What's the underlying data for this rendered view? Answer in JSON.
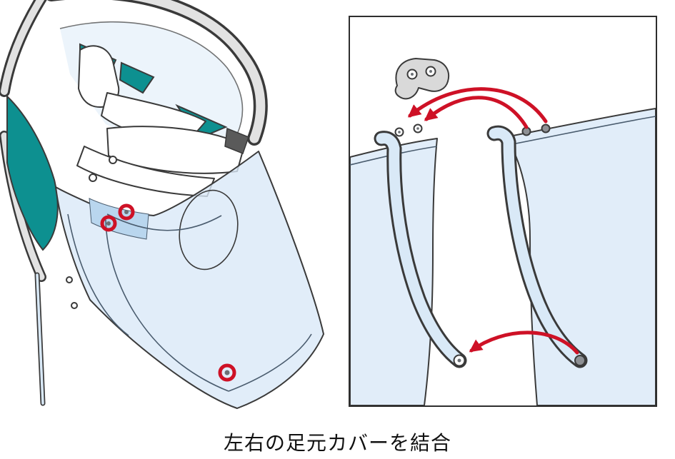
{
  "caption": {
    "text": "左右の足元カバーを結合"
  },
  "panels": {
    "main_illustration": "child-seat-with-foot-cover-overview",
    "detail_panel": "foot-cover-joining-detail"
  },
  "colors": {
    "accent_red": "#ce1126",
    "teal": "#0d9090",
    "cover_blue": "#d9e9f7",
    "outline": "#3a3a3a",
    "frame_gray": "#e2e2e2",
    "pin_gray": "#8e9094",
    "background": "#ffffff"
  }
}
